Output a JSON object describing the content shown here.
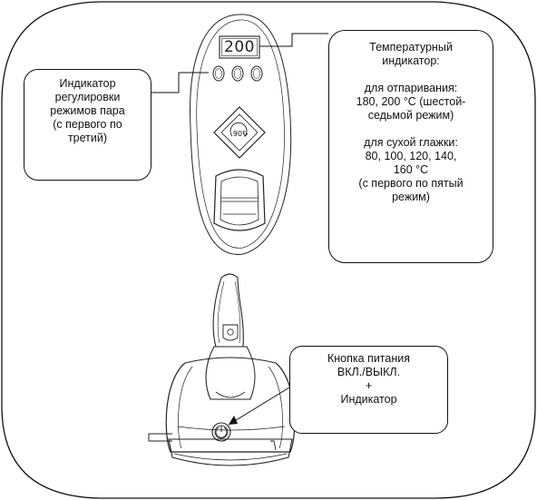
{
  "display": {
    "value": "200",
    "angle_label": "90°"
  },
  "steam_callout": {
    "lines": [
      "Индикатор",
      "регулировки",
      "режимов пара",
      "(с первого по",
      "третий)"
    ]
  },
  "temp_callout": {
    "title_lines": [
      "Температурный",
      "индикатор:"
    ],
    "steam_lines": [
      "для отпаривания:",
      "180, 200 °C (шестой-",
      "седьмой режим)"
    ],
    "dry_lines": [
      "для сухой глажки:",
      "80, 100, 120, 140,",
      "160 °C",
      "(с первого по пятый",
      "режим)"
    ]
  },
  "power_callout": {
    "lines": [
      "Кнопка питания",
      "ВКЛ./ВЫКЛ.",
      "+",
      "Индикатор"
    ]
  }
}
